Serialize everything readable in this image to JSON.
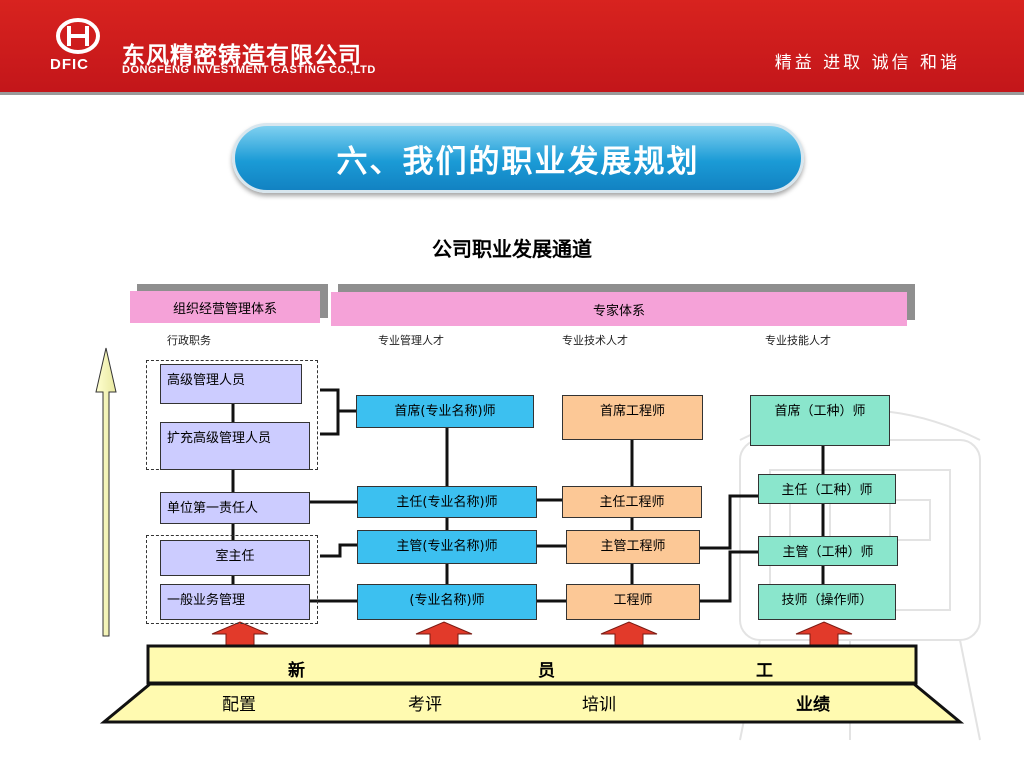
{
  "header": {
    "logo_text": "DFIC",
    "company_cn": "东风精密铸造有限公司",
    "company_en": "DONGFENG INVESTMENT CASTING CO.,LTD",
    "slogan": "精益 进取 诚信 和谐"
  },
  "title": "六、我们的职业发展规划",
  "subtitle": "公司职业发展通道",
  "categories": {
    "management": "组织经营管理体系",
    "expert": "专家体系"
  },
  "track_labels": {
    "admin": "行政职务",
    "pro_mgmt": "专业管理人才",
    "pro_tech": "专业技术人才",
    "pro_skill": "专业技能人才"
  },
  "admin_track": [
    "高级管理人员",
    "扩充高级管理人员",
    "单位第一责任人",
    "室主任",
    "一般业务管理"
  ],
  "mgmt_track": [
    "首席(专业名称)师",
    "主任(专业名称)师",
    "主管(专业名称)师",
    "(专业名称)师"
  ],
  "tech_track": [
    "首席工程师",
    "主任工程师",
    "主管工程师",
    "工程师"
  ],
  "skill_track": [
    "首席（工种）师",
    "主任（工种）师",
    "主管（工种）师",
    "技师（操作师）"
  ],
  "base": {
    "row1": [
      "新",
      "员",
      "工"
    ],
    "row2": [
      "配置",
      "考评",
      "培训",
      "业绩"
    ]
  },
  "colors": {
    "header_red": "#c8191c",
    "pink": "#f5a2d8",
    "lavender": "#ccccff",
    "blue": "#3cc0f0",
    "peach": "#fcc896",
    "mint": "#8ae6cc",
    "base_yellow": "#fffab0",
    "arrow_red": "#e23a2a"
  }
}
